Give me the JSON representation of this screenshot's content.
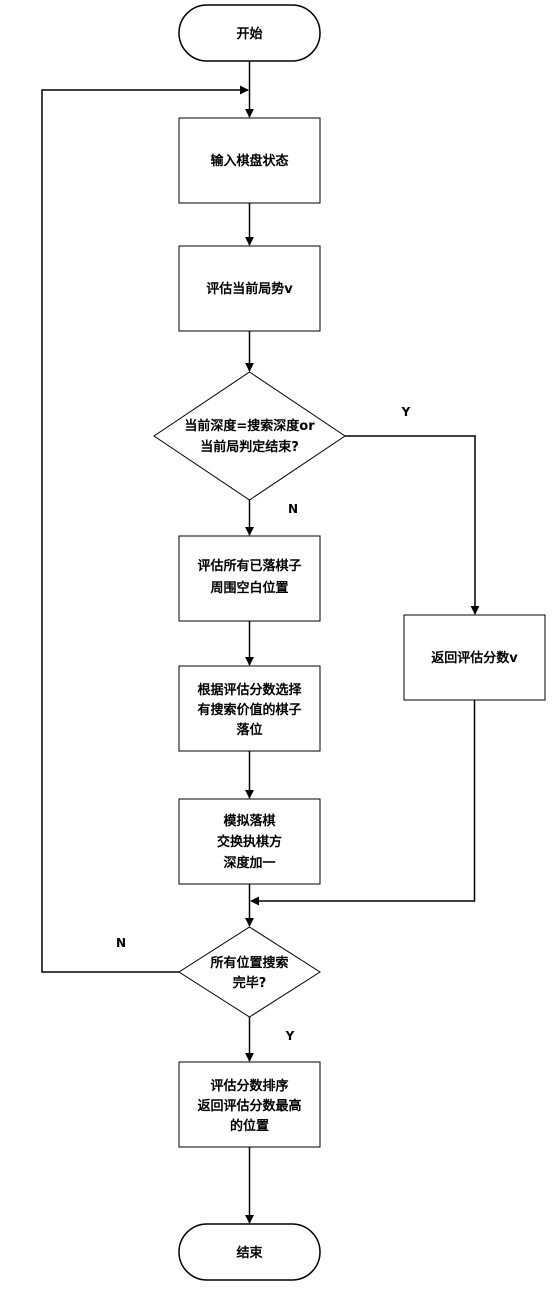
{
  "diagram": {
    "start": "开始",
    "input_state": "输入棋盘状态",
    "evaluate_current": "评估当前局势v",
    "decision1": {
      "line1": "当前深度=搜索深度or",
      "line2": "当前局判定结束?"
    },
    "decision1_yes": "Y",
    "decision1_no": "N",
    "return_score": "返回评估分数v",
    "evaluate_positions": {
      "line1": "评估所有已落棋子",
      "line2": "周围空白位置"
    },
    "select_positions": {
      "line1": "根据评估分数选择",
      "line2": "有搜索价值的棋子",
      "line3": "落位"
    },
    "simulate_move": {
      "line1": "模拟落棋",
      "line2": "交换执棋方",
      "line3": "深度加一"
    },
    "decision2": {
      "line1": "所有位置搜索",
      "line2": "完毕?"
    },
    "decision2_no": "N",
    "decision2_yes": "Y",
    "sort_scores": {
      "line1": "评估分数排序",
      "line2": "返回评估分数最高",
      "line3": "的位置"
    },
    "end": "结束"
  }
}
